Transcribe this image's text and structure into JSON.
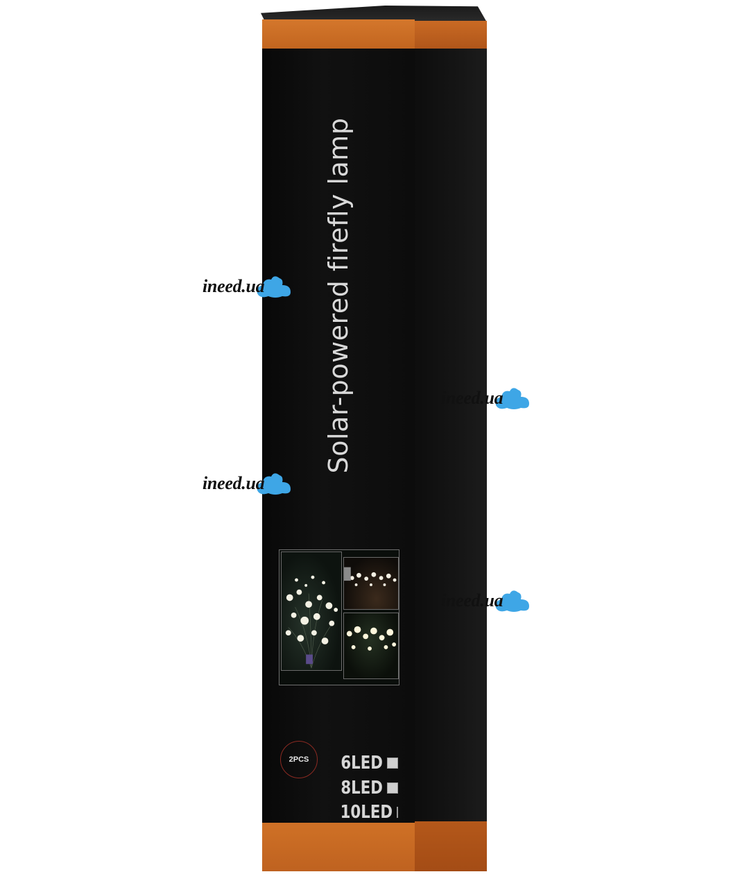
{
  "product": {
    "title": "Solar-powered firefly lamp",
    "badge": "2PCS",
    "options": [
      {
        "label": "6LED"
      },
      {
        "label": "8LED"
      },
      {
        "label": "10LED"
      }
    ]
  },
  "watermark": {
    "text": "ineed.ua",
    "color": "#3ea6e6"
  },
  "colors": {
    "box": "#0d0d0d",
    "band": "#c96a24",
    "badge_ring": "#8b2a22"
  }
}
